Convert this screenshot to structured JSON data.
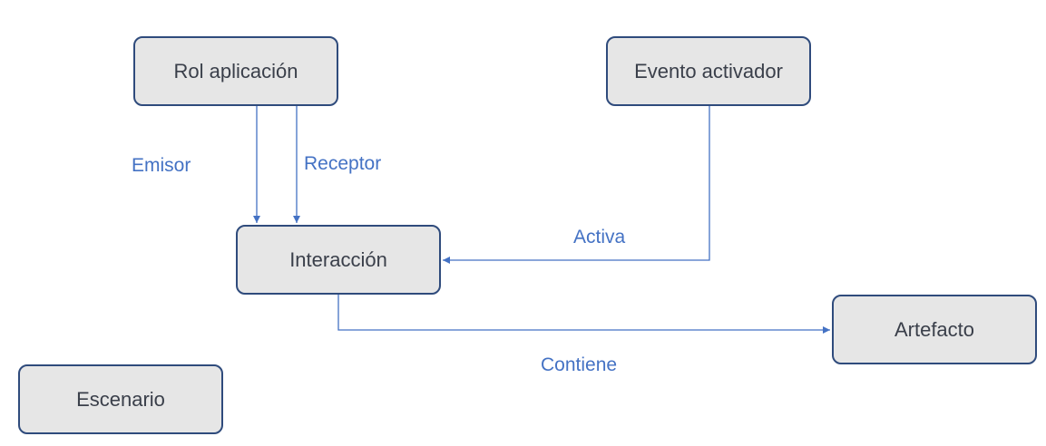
{
  "diagram": {
    "nodes": {
      "rol_aplicacion": "Rol aplicación",
      "evento_activador": "Evento activador",
      "interaccion": "Interacción",
      "artefacto": "Artefacto",
      "escenario": "Escenario"
    },
    "edges": {
      "emisor": "Emisor",
      "receptor": "Receptor",
      "activa": "Activa",
      "contiene": "Contiene"
    },
    "colors": {
      "node_fill": "#e6e6e6",
      "node_border": "#2f4b7c",
      "node_text": "#3a3f4a",
      "edge": "#4472c4"
    }
  }
}
